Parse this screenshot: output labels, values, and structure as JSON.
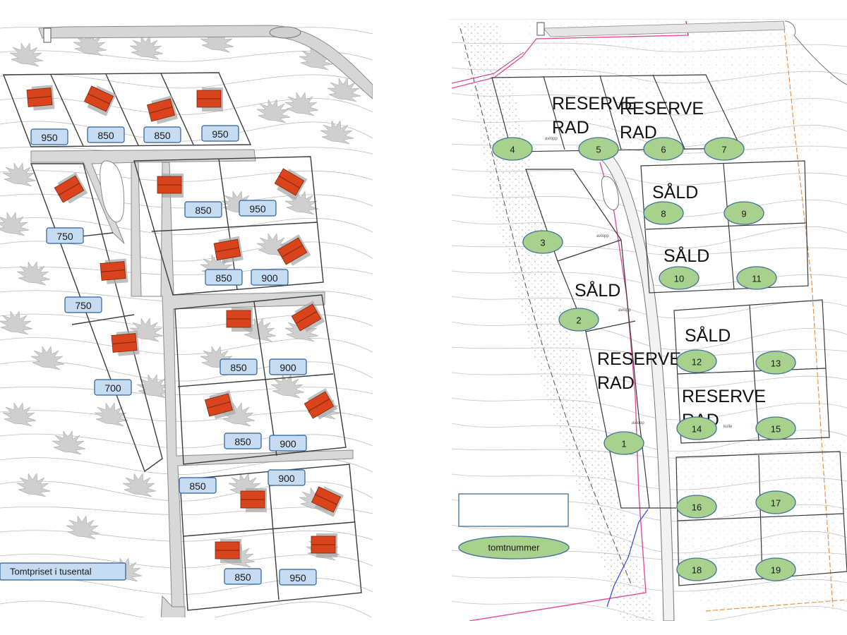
{
  "left_map": {
    "legend_label": "Tomtpriset i tusental",
    "plots": [
      {
        "price": "950"
      },
      {
        "price": "850"
      },
      {
        "price": "850"
      },
      {
        "price": "950"
      },
      {
        "price": "850"
      },
      {
        "price": "950"
      },
      {
        "price": "750"
      },
      {
        "price": "850"
      },
      {
        "price": "900"
      },
      {
        "price": "750"
      },
      {
        "price": "850"
      },
      {
        "price": "900"
      },
      {
        "price": "700"
      },
      {
        "price": "850"
      },
      {
        "price": "900"
      },
      {
        "price": "850"
      },
      {
        "price": "900"
      },
      {
        "price": "850"
      },
      {
        "price": "950"
      }
    ]
  },
  "right_map": {
    "legend_label": "tomtnummer",
    "plots": [
      "1",
      "2",
      "3",
      "4",
      "5",
      "6",
      "7",
      "8",
      "9",
      "10",
      "11",
      "12",
      "13",
      "14",
      "15",
      "16",
      "17",
      "18",
      "19"
    ],
    "status_labels": [
      {
        "line1": "RESERVE",
        "line2": "RAD"
      },
      {
        "line1": "RESERVE",
        "line2": "RAD"
      },
      {
        "line1": "SÅLD",
        "line2": ""
      },
      {
        "line1": "SÅLD",
        "line2": ""
      },
      {
        "line1": "SÅLD",
        "line2": ""
      },
      {
        "line1": "RESERVE",
        "line2": "RAD"
      },
      {
        "line1": "SÅLD",
        "line2": ""
      },
      {
        "line1": "RESERVE",
        "line2": "RAD"
      }
    ],
    "small_labels": [
      "avlopp",
      "avlopp",
      "avlopp",
      "avlopp",
      "kulle"
    ]
  },
  "colors": {
    "price_box_fill": "#c5dcf3",
    "price_box_stroke": "#2f5f95",
    "house_roof": "#d9441c",
    "house_ridge": "#8a2a10",
    "plot_oval_fill": "#a9d18e",
    "plot_oval_stroke": "#41719c",
    "road_fill": "#d8d8d8",
    "waterline": "#3344dd",
    "boundary_pink": "#e0509a",
    "boundary_orange": "#e8934a"
  }
}
